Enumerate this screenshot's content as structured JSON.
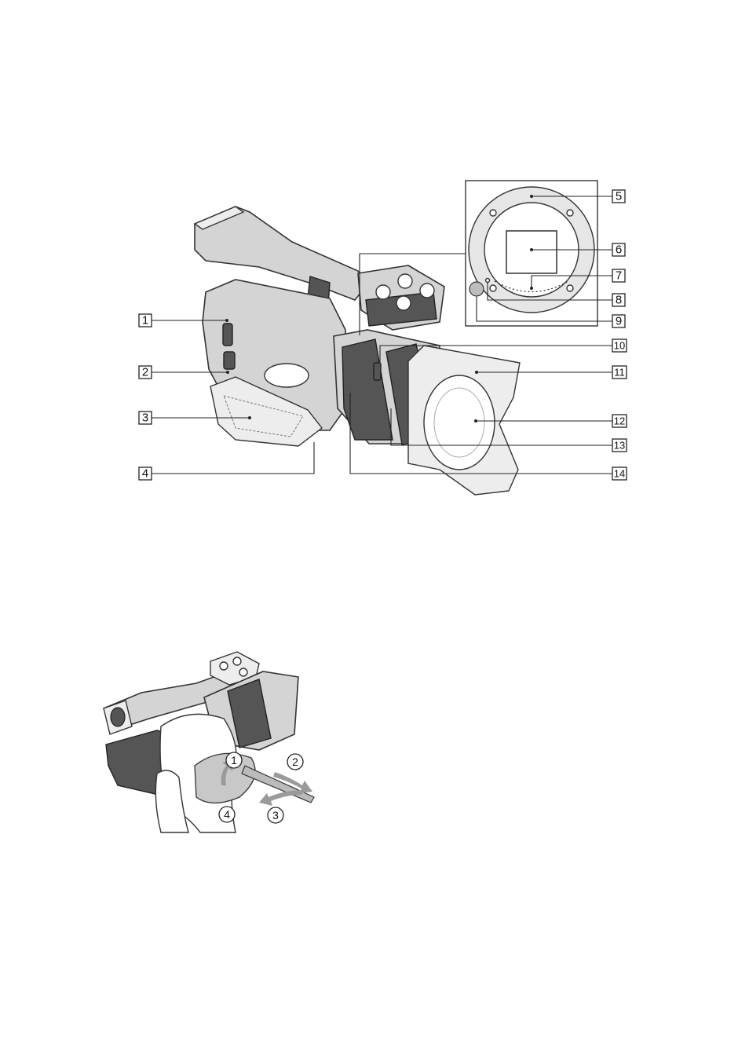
{
  "callouts": [
    "1",
    "2",
    "3",
    "4",
    "5",
    "6",
    "7",
    "8",
    "9",
    "10",
    "11",
    "12",
    "13",
    "14"
  ],
  "steps": [
    "1",
    "2",
    "3",
    "4"
  ],
  "colors": {
    "line": "#222222",
    "body": "#d4d4d4",
    "dark": "#555555",
    "arrow": "#9a9a9a"
  }
}
